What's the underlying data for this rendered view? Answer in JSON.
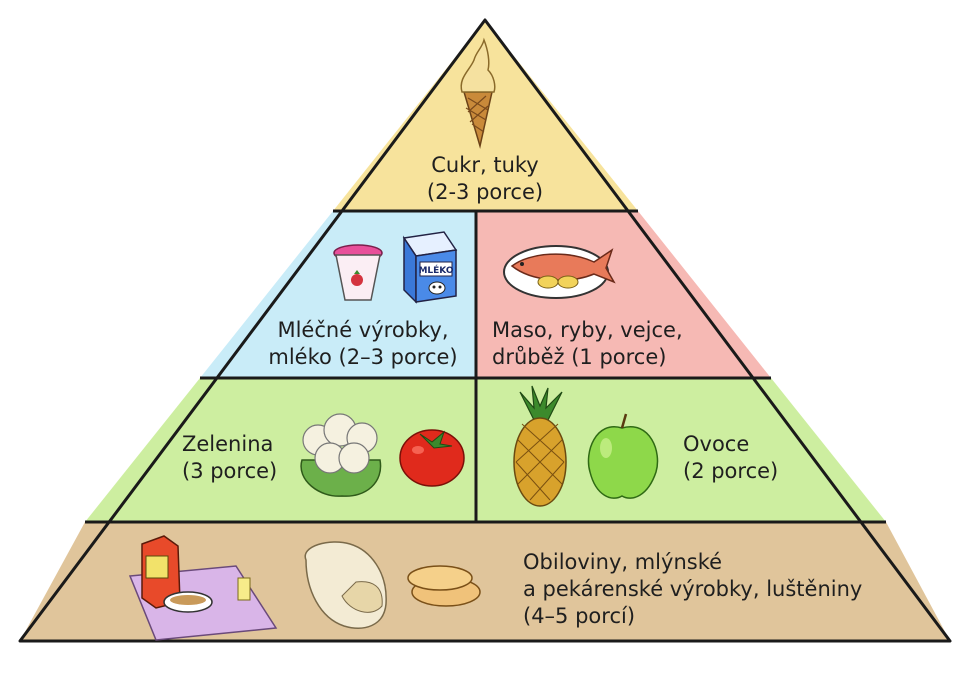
{
  "tiers": {
    "top": {
      "line1": "Cukr, tuky",
      "line2": "(2-3 porce)",
      "color": "#f7e39c",
      "icon": "ice-cream-cone"
    },
    "dairy": {
      "line1": "Mléčné výrobky,",
      "line2": "mléko (2–3 porce)",
      "color": "#c9ecf8",
      "icons": [
        "yogurt-cup",
        "milk-carton"
      ],
      "carton_text": "MLÉKO"
    },
    "protein": {
      "line1": "Maso, ryby, vejce,",
      "line2": "drůběž (1 porce)",
      "color": "#f6b9b4",
      "icon": "fish-plate"
    },
    "vegetables": {
      "line1": "Zelenina",
      "line2": "(3 porce)",
      "color": "#cdeea0",
      "icons": [
        "cauliflower",
        "tomato"
      ]
    },
    "fruit": {
      "line1": "Ovoce",
      "line2": "(2 porce)",
      "color": "#cdeea0",
      "icons": [
        "pineapple",
        "apple"
      ]
    },
    "grains": {
      "line1": "Obiloviny, mlýnské",
      "line2": "a pekárenské výrobky, luštěniny",
      "line3": "(4–5 porcí)",
      "color": "#e0c59b",
      "icons": [
        "cereal-breakfast",
        "bread-loaf",
        "pancakes"
      ]
    }
  }
}
